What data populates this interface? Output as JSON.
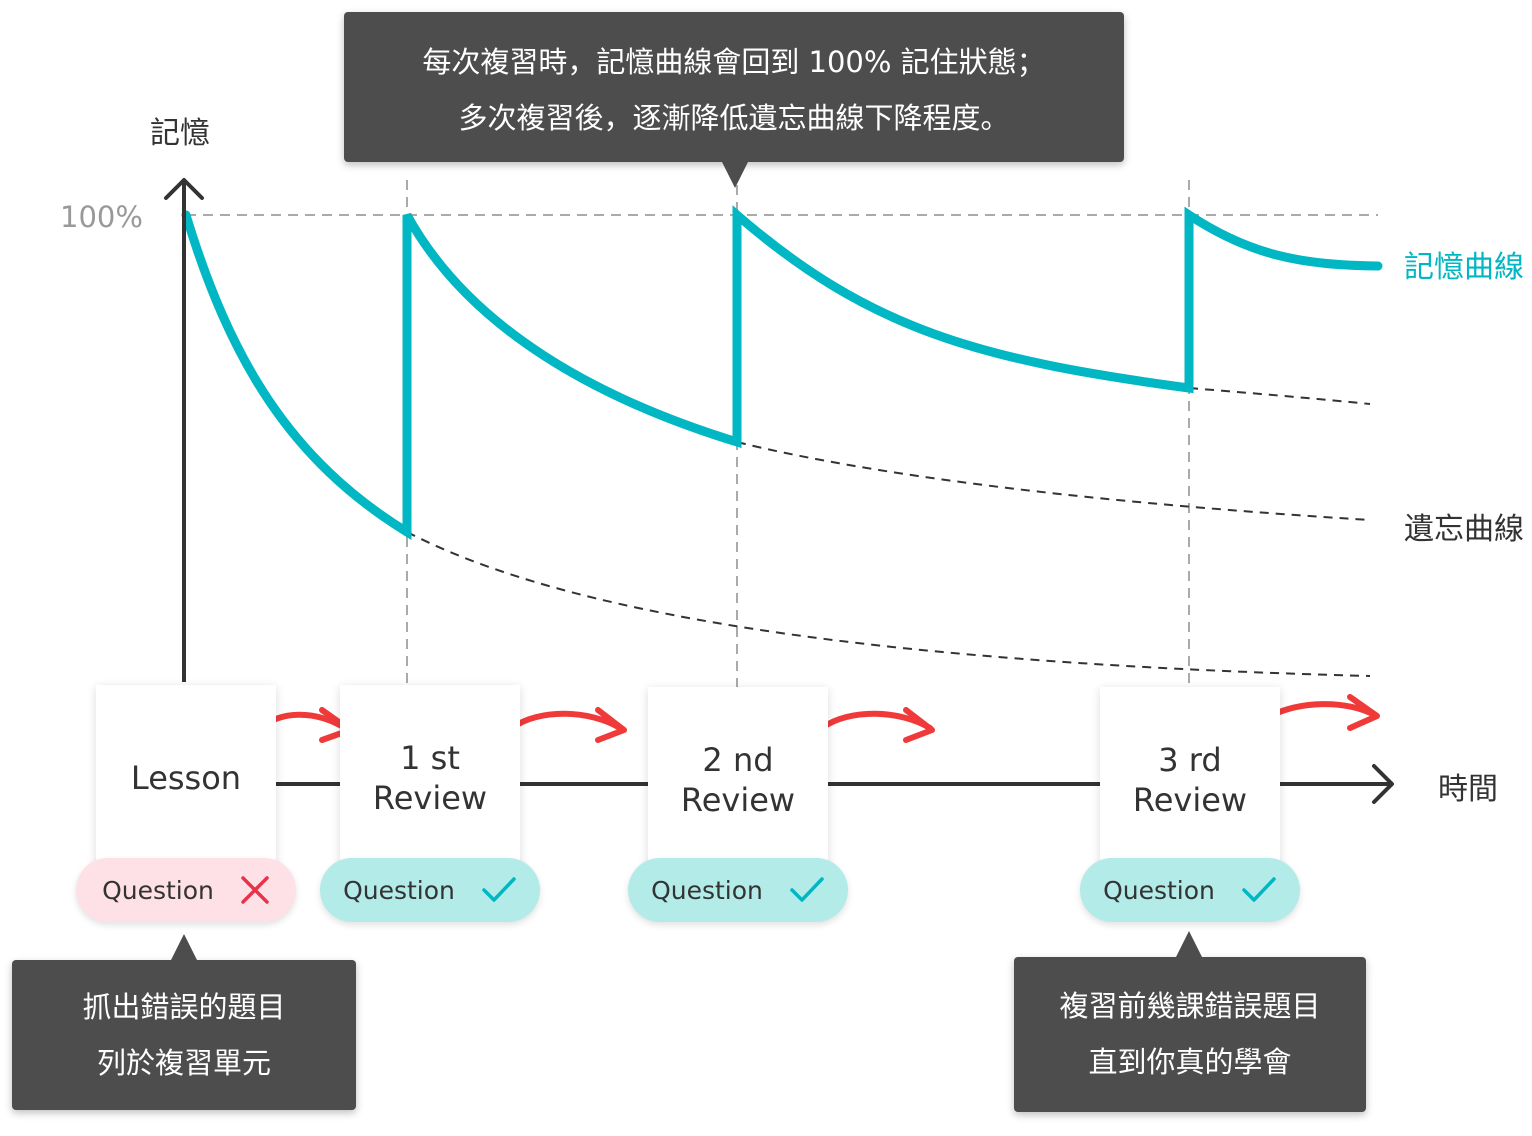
{
  "top_callout": {
    "lines": [
      "每次複習時，記憶曲線會回到 100% 記住狀態；",
      "多次複習後，逐漸降低遺忘曲線下降程度。"
    ]
  },
  "axes": {
    "y_label": "記憶",
    "x_label": "時間",
    "percent_label": "100%"
  },
  "legend": {
    "memory_curve": "記憶曲線",
    "forgetting_curve": "遺忘曲線"
  },
  "stages": [
    {
      "label_lines": [
        "Lesson"
      ],
      "question": "Question",
      "result": "wrong"
    },
    {
      "label_lines": [
        "1 st",
        "Review"
      ],
      "question": "Question",
      "result": "correct"
    },
    {
      "label_lines": [
        "2 nd",
        "Review"
      ],
      "question": "Question",
      "result": "correct"
    },
    {
      "label_lines": [
        "3 rd",
        "Review"
      ],
      "question": "Question",
      "result": "correct"
    }
  ],
  "bottom_callouts": [
    {
      "lines": [
        "抓出錯誤的題目",
        "列於複習單元"
      ]
    },
    {
      "lines": [
        "複習前幾課錯誤題目",
        "直到你真的學會"
      ]
    }
  ],
  "colors": {
    "memory_curve": "#00b7c3",
    "forgetting_curve": "#333333",
    "arrow": "#f03a3a",
    "callout_bg": "#4d4d4d",
    "wrong_pill": "#fde1e6",
    "correct_pill": "#b2ebe8",
    "wrong_mark": "#e8324a",
    "correct_mark": "#00b7c3"
  },
  "icons": {
    "wrong": "cross-icon",
    "correct": "check-icon",
    "flow": "curved-arrow-icon"
  }
}
